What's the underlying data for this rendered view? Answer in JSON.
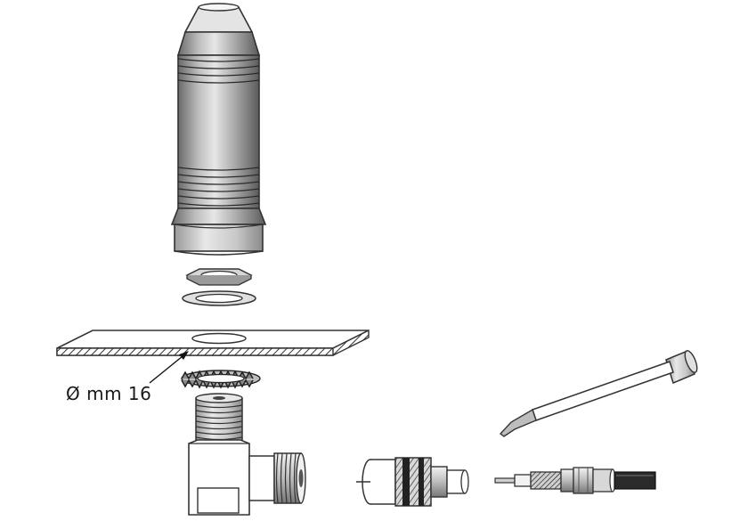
{
  "diagram": {
    "dimension_label": "Ø mm 16",
    "parts": [
      "antenna-base",
      "lock-nut",
      "flat-washer",
      "mounting-plate",
      "toothed-washer",
      "right-angle-connector",
      "pl259-plug",
      "coax-cable",
      "soldering-iron"
    ]
  }
}
